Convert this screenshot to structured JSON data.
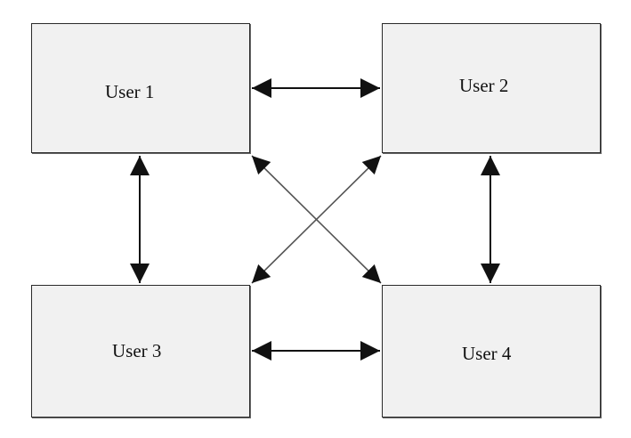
{
  "diagram": {
    "nodes": [
      {
        "id": "user-1",
        "label": "User 1"
      },
      {
        "id": "user-2",
        "label": "User 2"
      },
      {
        "id": "user-3",
        "label": "User 3"
      },
      {
        "id": "user-4",
        "label": "User 4"
      }
    ],
    "edges": [
      {
        "from": "user-1",
        "to": "user-2",
        "direction": "bidirectional"
      },
      {
        "from": "user-3",
        "to": "user-4",
        "direction": "bidirectional"
      },
      {
        "from": "user-1",
        "to": "user-3",
        "direction": "bidirectional"
      },
      {
        "from": "user-2",
        "to": "user-4",
        "direction": "bidirectional"
      },
      {
        "from": "user-1",
        "to": "user-4",
        "direction": "bidirectional"
      },
      {
        "from": "user-2",
        "to": "user-3",
        "direction": "bidirectional"
      }
    ],
    "colors": {
      "node_fill": "#f1f1f1",
      "node_border": "#2a2a2a",
      "arrow": "#111111",
      "diagonal_arrow": "#555555"
    }
  }
}
